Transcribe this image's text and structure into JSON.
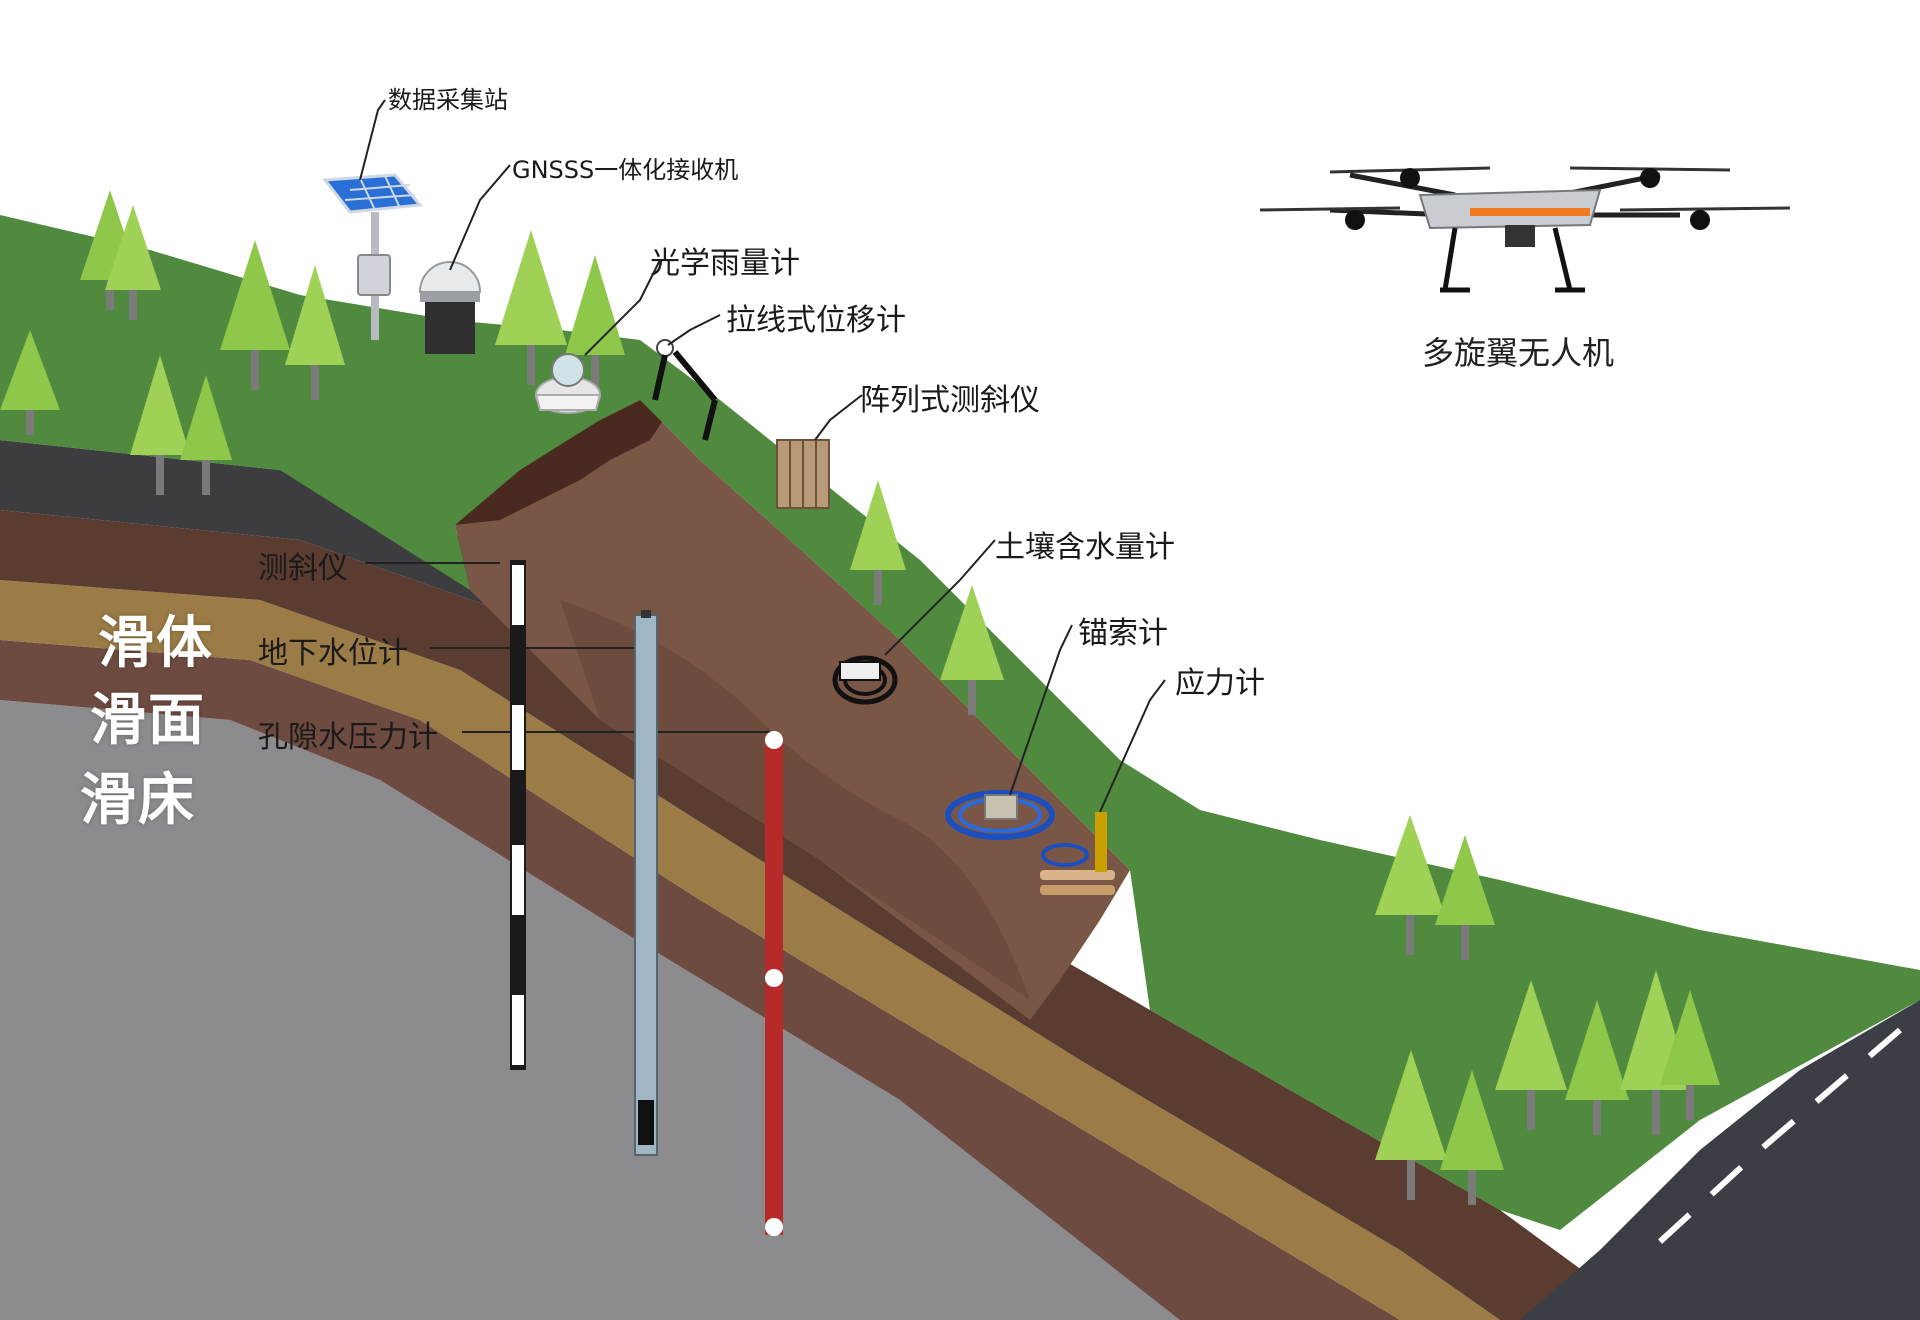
{
  "devices": {
    "data_station": "数据采集站",
    "gnss_receiver": "GNSSS一体化接收机",
    "rain_gauge": "光学雨量计",
    "wire_displacement": "拉线式位移计",
    "array_inclinometer": "阵列式测斜仪",
    "soil_moisture": "土壤含水量计",
    "anchor_meter": "锚索计",
    "stress_meter": "应力计",
    "drone": "多旋翼无人机"
  },
  "borehole_labels": {
    "inclinometer": "测斜仪",
    "groundwater": "地下水位计",
    "pore_pressure": "孔隙水压力计"
  },
  "layers": {
    "slide_body": "滑体",
    "slide_surface": "滑面",
    "slide_bed": "滑床"
  },
  "colors": {
    "grass": "#4e8a3e",
    "slide_body": "#6b4a3a",
    "sand_layer": "#9a7a45",
    "bedrock": "#8a8a8a",
    "road": "#3c3f45"
  }
}
